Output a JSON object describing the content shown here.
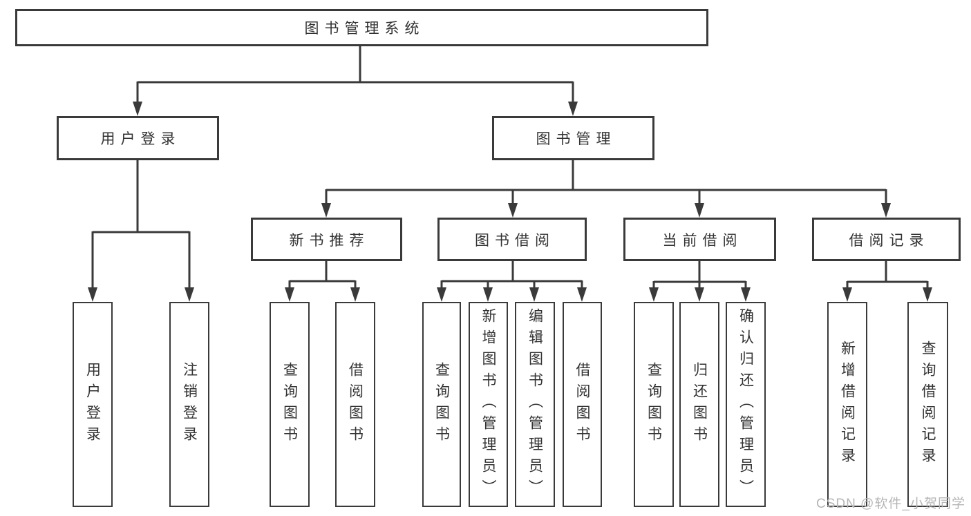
{
  "diagram": {
    "root": {
      "label": "图书管理系统"
    },
    "level2": [
      "用户登录",
      "图书管理"
    ],
    "level3": [
      "新书推荐",
      "图书借阅",
      "当前借阅",
      "借阅记录"
    ],
    "leaves": {
      "user_login": [
        "用户登录",
        "注销登录"
      ],
      "new_book_recommendation": [
        "查询图书",
        "借阅图书"
      ],
      "book_borrowing": [
        "查询图书",
        "新增图书（管理员）",
        "编辑图书（管理员）",
        "借阅图书"
      ],
      "current_borrowing": [
        "查询图书",
        "归还图书",
        "确认归还（管理员）"
      ],
      "borrowing_records": [
        "新增借阅记录",
        "查询借阅记录"
      ]
    }
  },
  "watermark": {
    "text": "CSDN @软件_小贺同学"
  },
  "colors": {
    "line": "#3a3a3a",
    "text": "#333333",
    "watermark": "#b5b5b5"
  }
}
